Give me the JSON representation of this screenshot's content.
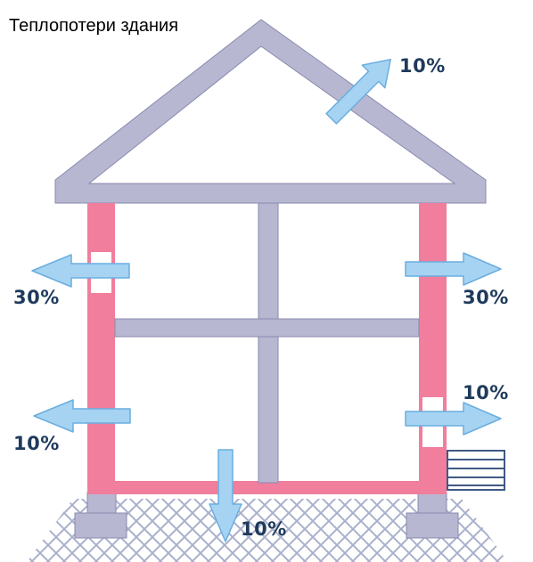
{
  "title": "Теплопотери здания",
  "labels": {
    "roof": "10%",
    "left_upper": "30%",
    "right_upper": "30%",
    "left_lower": "10%",
    "right_lower": "10%",
    "floor": "10%"
  },
  "colors": {
    "frame": "#b7b7d2",
    "frame_stroke": "#8a8aae",
    "wall": "#f07e9c",
    "arrow_fill": "#a6d3f2",
    "arrow_stroke": "#6aaee0",
    "label_text": "#1f3a5c",
    "ground_line": "#aab0cc"
  },
  "icons": [
    "vent-grille-icon",
    "ground-hatch-icon"
  ]
}
